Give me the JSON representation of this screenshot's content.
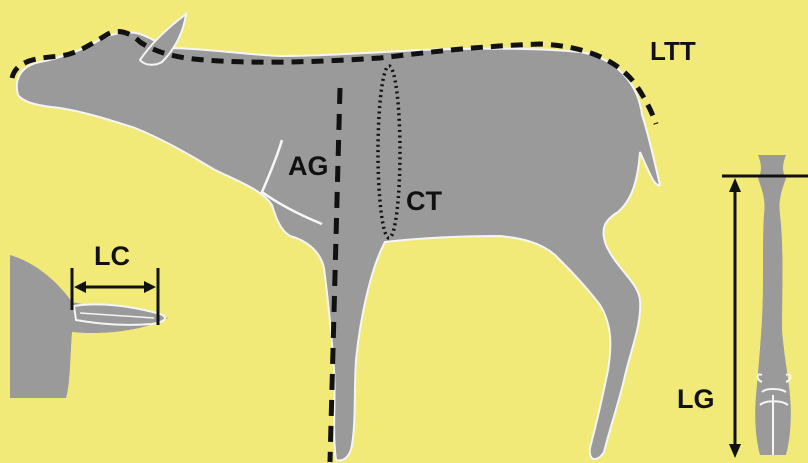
{
  "colors": {
    "background": "#f1ea78",
    "silhouette": "#9a9a9a",
    "line": "#111111"
  },
  "labels": {
    "ltt": "LTT",
    "ag": "AG",
    "ct": "CT",
    "lc": "LC",
    "lg": "LG"
  }
}
